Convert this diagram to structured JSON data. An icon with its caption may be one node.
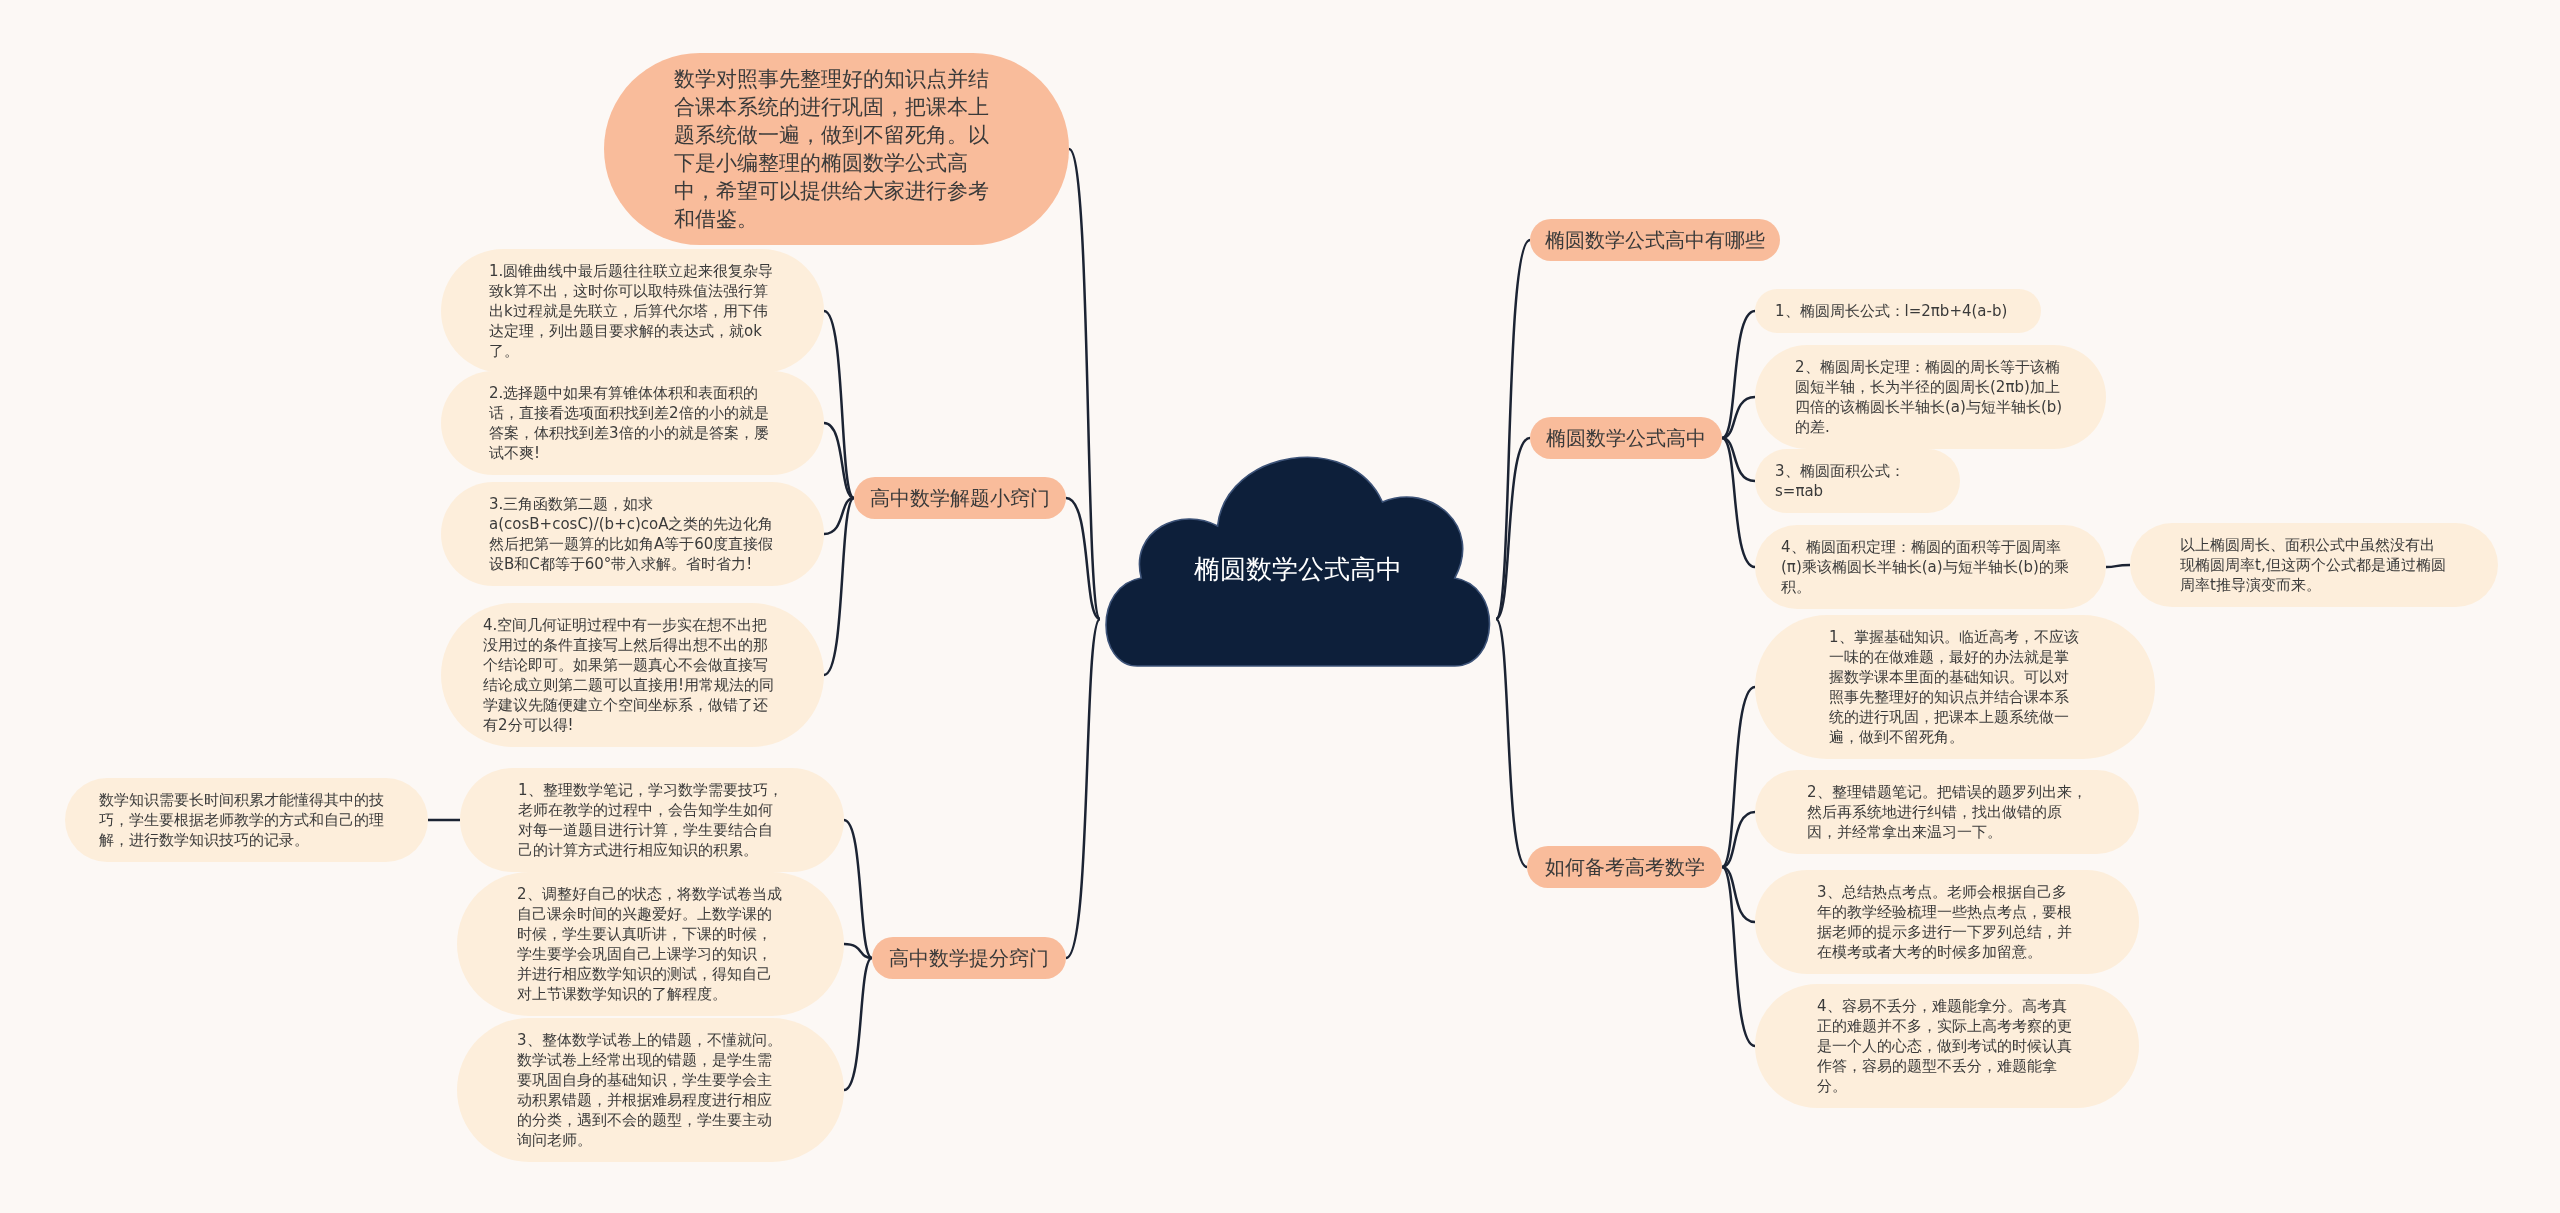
{
  "diagram": {
    "nodes": [
      {
        "text": [
          "椭圆数学公式高中"
        ]
      },
      {
        "text": [
          "数学对照事先整理好的知识点并结合课本系统的进行巩固，把课本上题系统做一遍，做到不留死角。以下是小编整理的椭圆数学公式高中，希望可以提供给大家进行参考和借鉴。"
        ]
      },
      {
        "text": [
          "高中数学解题小窍门"
        ]
      },
      {
        "text": [
          "1.圆锥曲线中最后题往往联立起来很复杂导致k算不出，这时你可以取特殊值法强行算出k过程就是先联立，后算代尔塔，用下伟达定理，列出题目要求解的表达式，就ok了。"
        ]
      },
      {
        "text": [
          "2.选择题中如果有算锥体体积和表面积的话，直接看选项面积找到差2倍的小的就是答案，体积找到差3倍的小的就是答案，屡试不爽!"
        ]
      },
      {
        "text": [
          "3.三角函数第二题，如求a(cosB+cosC)/(b+c)coA之类的先边化角然后把第一题算的比如角A等于60度直接假设B和C都等于60°带入求解。省时省力!"
        ]
      },
      {
        "text": [
          "4.空间几何证明过程中有一步实在想不出把没用过的条件直接写上然后得出想不出的那个结论即可。如果第一题真心不会做直接写结论成立则第二题可以直接用!用常规法的同学建议先随便建立个空间坐标系，做错了还有2分可以得!"
        ]
      },
      {
        "text": [
          "高中数学提分窍门"
        ]
      },
      {
        "text": [
          "1、整理数学笔记，学习数学需要技巧，老师在教学的过程中，会告知学生如何对每一道题目进行计算，学生要结合自己的计算方式进行相应知识的积累。"
        ]
      },
      {
        "text": [
          "数学知识需要长时间积累才能懂得其中的技巧，学生要根据老师教学的方式和自己的理解，进行数学知识技巧的记录。"
        ]
      },
      {
        "text": [
          "2、调整好自己的状态，将数学试卷当成自己课余时间的兴趣爱好。上数学课的时候，学生要认真听讲，下课的时候，学生要学会巩固自己上课学习的知识，并进行相应数学知识的测试，得知自己对上节课数学知识的了解程度。"
        ]
      },
      {
        "text": [
          "3、整体数学试卷上的错题，不懂就问。数学试卷上经常出现的错题，是学生需要巩固自身的基础知识，学生要学会主动积累错题，并根据难易程度进行相应的分类，遇到不会的题型，学生要主动询问老师。"
        ]
      },
      {
        "text": [
          "椭圆数学公式高中有哪些"
        ]
      },
      {
        "text": [
          "椭圆数学公式高中"
        ]
      },
      {
        "text": [
          "1、椭圆周长公式：l=2πb+4(a-b)"
        ]
      },
      {
        "text": [
          "2、椭圆周长定理：椭圆的周长等于该椭圆短半轴，长为半径的圆周长(2πb)加上四倍的该椭圆长半轴长(a)与短半轴长(b)的差."
        ]
      },
      {
        "text": [
          "3、椭圆面积公式：s=πab"
        ]
      },
      {
        "text": [
          "4、椭圆面积定理：椭圆的面积等于圆周率(π)乘该椭圆长半轴长(a)与短半轴长(b)的乘积。"
        ]
      },
      {
        "text": [
          "以上椭圆周长、面积公式中虽然没有出现椭圆周率t,但这两个公式都是通过椭圆周率t推导演变而来。"
        ]
      },
      {
        "text": [
          "如何备考高考数学"
        ]
      },
      {
        "text": [
          "1、掌握基础知识。临近高考，不应该一味的在做难题，最好的办法就是掌握数学课本里面的基础知识。可以对照事先整理好的知识点并结合课本系统的进行巩固，把课本上题系统做一遍，做到不留死角。"
        ]
      },
      {
        "text": [
          "2、整理错题笔记。把错误的题罗列出来，然后再系统地进行纠错，找出做错的原因，并经常拿出来温习一下。"
        ]
      },
      {
        "text": [
          "3、总结热点考点。老师会根据自己多年的教学经验梳理一些热点考点，要根据老师的提示多进行一下罗列总结，并在模考或者大考的时候多加留意。"
        ]
      },
      {
        "text": [
          "4、容易不丢分，难题能拿分。高考真正的难题并不多，实际上高考考察的更是一个人的心态，做到考试的时候认真作答，容易的题型不丢分，难题能拿分。"
        ]
      }
    ],
    "edges": [
      {
        "from": 0,
        "to": 1,
        "arrow": "none"
      },
      {
        "from": 0,
        "to": 2,
        "arrow": "none"
      },
      {
        "from": 2,
        "to": 3,
        "arrow": "none"
      },
      {
        "from": 2,
        "to": 4,
        "arrow": "none"
      },
      {
        "from": 2,
        "to": 5,
        "arrow": "none"
      },
      {
        "from": 2,
        "to": 6,
        "arrow": "none"
      },
      {
        "from": 0,
        "to": 7,
        "arrow": "none"
      },
      {
        "from": 7,
        "to": 8,
        "arrow": "none"
      },
      {
        "from": 8,
        "to": 9,
        "arrow": "none"
      },
      {
        "from": 7,
        "to": 10,
        "arrow": "none"
      },
      {
        "from": 7,
        "to": 11,
        "arrow": "none"
      },
      {
        "from": 0,
        "to": 12,
        "arrow": "none"
      },
      {
        "from": 0,
        "to": 13,
        "arrow": "none"
      },
      {
        "from": 13,
        "to": 14,
        "arrow": "none"
      },
      {
        "from": 13,
        "to": 15,
        "arrow": "none"
      },
      {
        "from": 13,
        "to": 16,
        "arrow": "none"
      },
      {
        "from": 13,
        "to": 17,
        "arrow": "none"
      },
      {
        "from": 17,
        "to": 18,
        "arrow": "none"
      },
      {
        "from": 0,
        "to": 19,
        "arrow": "none"
      },
      {
        "from": 19,
        "to": 20,
        "arrow": "none"
      },
      {
        "from": 19,
        "to": 21,
        "arrow": "none"
      },
      {
        "from": 19,
        "to": 22,
        "arrow": "none"
      },
      {
        "from": 19,
        "to": 23,
        "arrow": "none"
      }
    ]
  }
}
